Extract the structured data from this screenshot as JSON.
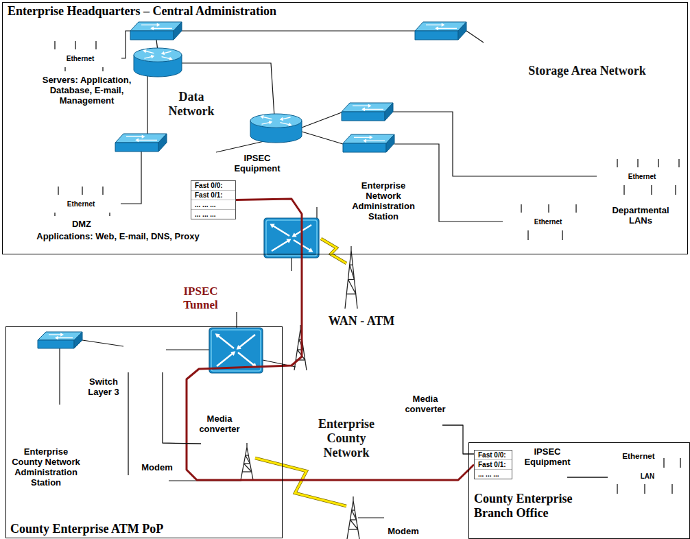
{
  "diagram": {
    "nodes": [
      {
        "text": [
          "Enterprise Headquarters – Central Administration"
        ]
      },
      {
        "text": [
          "Ethernet",
          "Servers: Application, Database, E-mail, Management"
        ],
        "in": 0
      },
      {
        "text": [
          "Data Network"
        ],
        "in": 0
      },
      {
        "text": [
          "Storage Area Network"
        ],
        "in": 0
      },
      {
        "text": [
          "IPSEC Equipment"
        ],
        "in": 0
      },
      {
        "text": [
          "Fast 0/0:",
          "Fast 0/1:",
          "... ... ...",
          "... ... ..."
        ],
        "in": 0
      },
      {
        "text": [
          "Enterprise Network Administration Station"
        ],
        "in": 0
      },
      {
        "text": [
          "Ethernet",
          "DMZ",
          "Applications: Web, E-mail, DNS, Proxy"
        ],
        "in": 0
      },
      {
        "text": [
          "Ethernet"
        ],
        "in": 0
      },
      {
        "text": [
          "Ethernet",
          "Departmental LANs"
        ],
        "in": 0
      },
      {
        "text": [
          "WAN - ATM"
        ]
      },
      {
        "text": [
          "County Enterprise ATM PoP"
        ]
      },
      {
        "text": [
          "Switch Layer 3"
        ],
        "in": 11
      },
      {
        "text": [
          "Enterprise County Network Administration Station"
        ],
        "in": 11
      },
      {
        "text": [
          "Media converter"
        ],
        "in": 11
      },
      {
        "text": [
          "Modem"
        ],
        "in": 11
      },
      {
        "text": [
          "Enterprise County Network"
        ]
      },
      {
        "text": [
          "County Enterprise Branch Office"
        ]
      },
      {
        "text": [
          "Fast 0/0:",
          "Fast 0/1:",
          "... ... ..."
        ],
        "in": 17
      },
      {
        "text": [
          "IPSEC Equipment"
        ],
        "in": 17
      },
      {
        "text": [
          "LAN",
          "Ethernet"
        ],
        "in": 17
      },
      {
        "text": [
          "Media converter"
        ]
      },
      {
        "text": [
          "Modem"
        ]
      }
    ],
    "edges": [
      {
        "from": 5,
        "to": 18,
        "arrow": "none",
        "label": "IPSEC Tunnel"
      },
      {
        "from": 12,
        "to": 14,
        "arrow": "none"
      },
      {
        "from": 12,
        "to": 15,
        "arrow": "none"
      },
      {
        "from": 21,
        "to": 18,
        "arrow": "none"
      },
      {
        "from": 19,
        "to": 20,
        "arrow": "none"
      }
    ]
  }
}
